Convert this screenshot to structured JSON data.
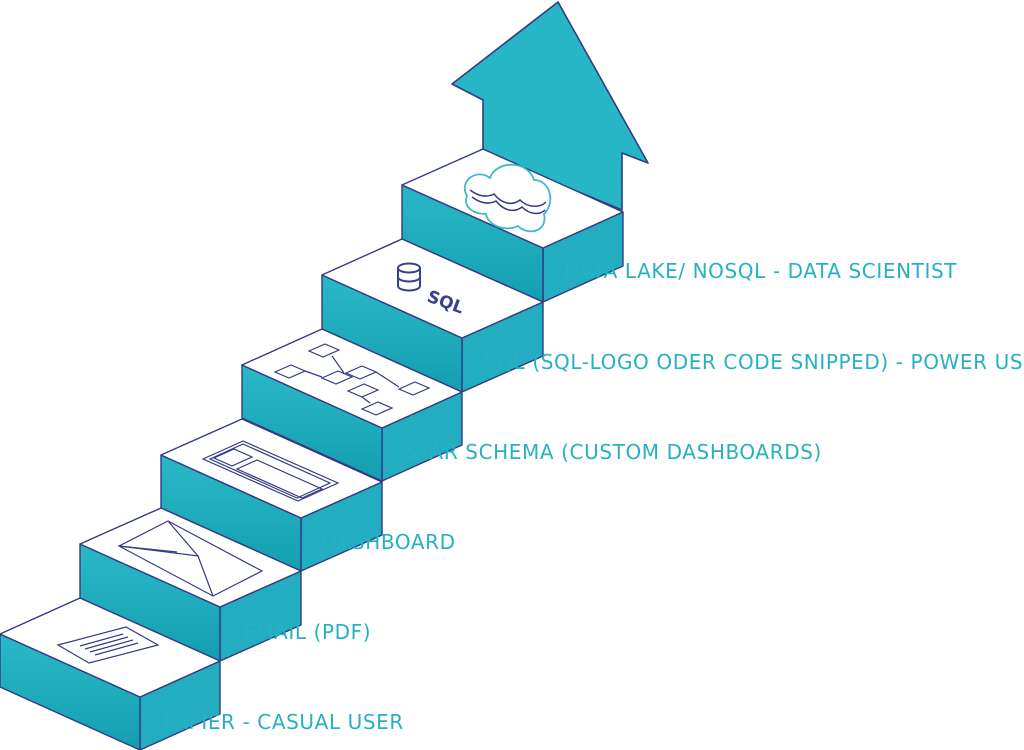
{
  "diagram": {
    "colors": {
      "riser": "#15a8b8",
      "side": "#22aec0",
      "arrow": "#27b6c6",
      "tread": "#ffffff",
      "outline": "#343a84",
      "label": "#26b1c3",
      "cloud": "#3fb9c6"
    },
    "steps": [
      {
        "label": "PAPIER - CASUAL USER",
        "icon": "paper-document-icon"
      },
      {
        "label": "EMAIL (PDF)",
        "icon": "email-envelope-icon"
      },
      {
        "label": "DASHBOARD",
        "icon": "dashboard-icon"
      },
      {
        "label": "STAR SCHEMA (CUSTOM DASHBOARDS)",
        "icon": "star-schema-icon"
      },
      {
        "label": "SQL (SQL-LOGO ODER CODE SNIPPED) - POWER USER",
        "icon": "sql-database-icon"
      },
      {
        "label": "DATA LAKE/ NOSQL - DATA SCIENTIST",
        "icon": "cloud-icon"
      }
    ],
    "sql_logo_text": "SQL",
    "arrow_icon": "up-arrow-icon"
  }
}
